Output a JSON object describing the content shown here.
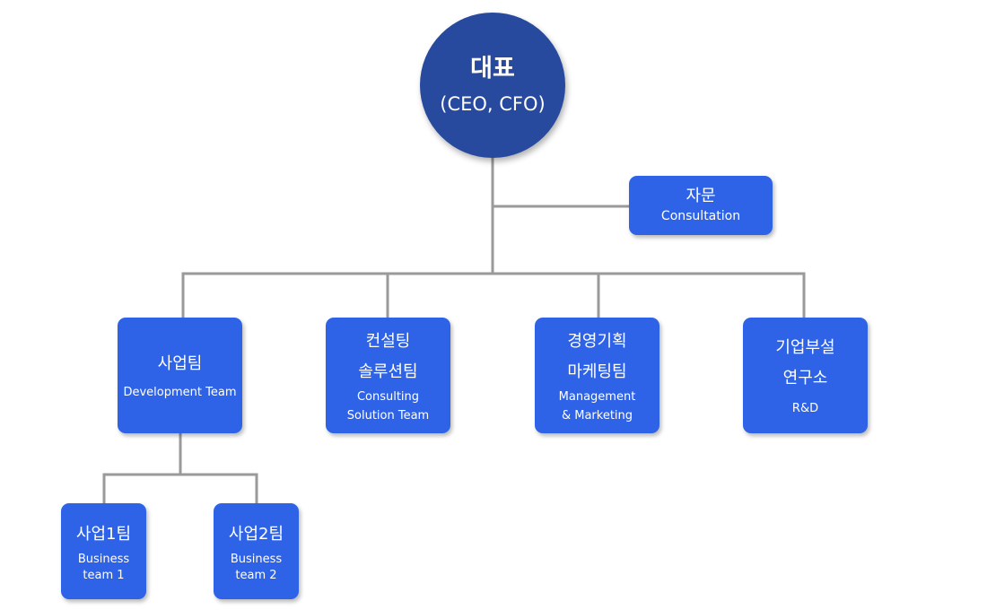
{
  "ceo": {
    "title": "대표",
    "subtitle": "(CEO, CFO)"
  },
  "advisory": {
    "title": "자문",
    "subtitle": "Consultation"
  },
  "teams": {
    "development": {
      "title": "사업팀",
      "subtitle": "Development Team"
    },
    "consulting": {
      "title1": "컨설팅",
      "title2": "솔루션팀",
      "subtitle1": "Consulting",
      "subtitle2": "Solution Team"
    },
    "management": {
      "title1": "경영기획",
      "title2": "마케팅팀",
      "subtitle1": "Management",
      "subtitle2": "& Marketing"
    },
    "research": {
      "title1": "기업부설",
      "title2": "연구소",
      "subtitle": "R&D"
    }
  },
  "subteams": {
    "business1": {
      "title": "사업1팀",
      "subtitle1": "Business",
      "subtitle2": "team 1"
    },
    "business2": {
      "title": "사업2팀",
      "subtitle1": "Business",
      "subtitle2": "team 2"
    }
  },
  "colors": {
    "ceo_fill": "#27499e",
    "node_fill": "#2e63e8",
    "connector": "#9a9a9a",
    "text": "#ffffff"
  }
}
